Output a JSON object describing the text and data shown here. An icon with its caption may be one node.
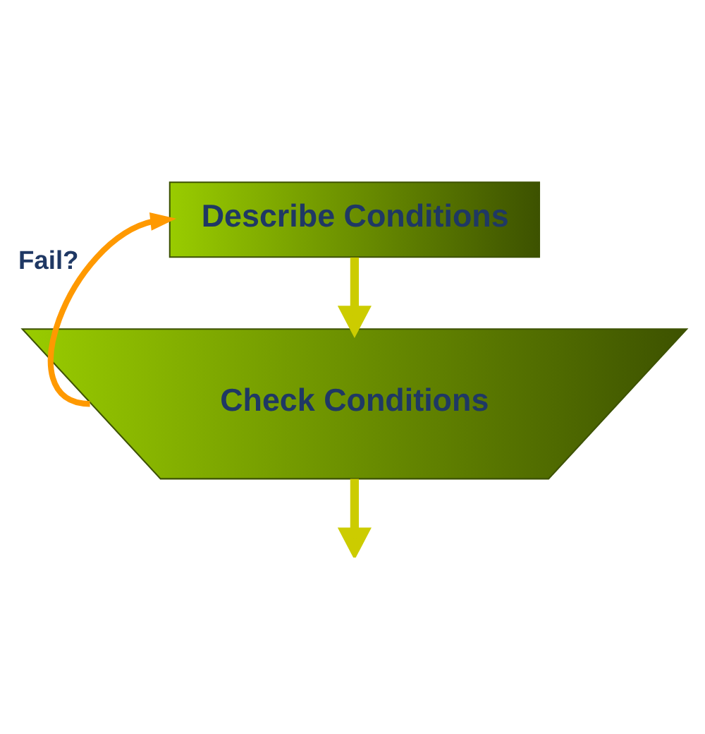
{
  "diagram": {
    "nodes": [
      {
        "text": [
          "Describe Conditions"
        ]
      },
      {
        "text": [
          "Check Conditions"
        ]
      }
    ],
    "edges": [
      {
        "from": 0,
        "to": 1,
        "arrow": "to"
      },
      {
        "from": 1,
        "to": 0,
        "arrow": "to",
        "label": "Fail?",
        "color": "#ff9900"
      },
      {
        "from": 1,
        "to": null,
        "arrow": "to"
      }
    ]
  }
}
